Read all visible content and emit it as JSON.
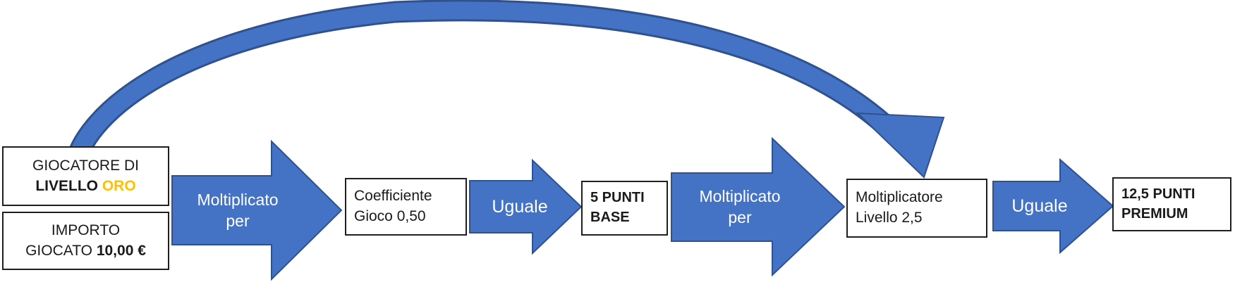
{
  "diagram": {
    "boxes": {
      "player": {
        "line1": "GIOCATORE DI",
        "line2_bold": "LIVELLO",
        "line2_accent": "ORO"
      },
      "amount": {
        "line1": "IMPORTO",
        "line2": "GIOCATO",
        "line2_bold": "10,00 €"
      },
      "coefficient": {
        "line1": "Coefficiente",
        "line2": "Gioco 0,50"
      },
      "base_points": {
        "line1": "5 PUNTI",
        "line2": "BASE"
      },
      "level_multiplier": {
        "line1": "Moltiplicatore",
        "line2": "Livello 2,5"
      },
      "premium_points": {
        "line1": "12,5 PUNTI",
        "line2": "PREMIUM"
      }
    },
    "arrows": {
      "multiply_1": {
        "line1": "Moltiplicato",
        "line2": "per"
      },
      "equals_1": {
        "label": "Uguale"
      },
      "multiply_2": {
        "line1": "Moltiplicato",
        "line2": "per"
      },
      "equals_2": {
        "label": "Uguale"
      }
    },
    "colors": {
      "arrow_fill": "#4472C4",
      "arrow_border": "#2F528F",
      "arrow_text": "#FFFFFF",
      "box_border": "#1F1F1F",
      "box_text": "#1A1A1A",
      "accent_gold": "#FFC000",
      "background": "#FFFFFF"
    }
  }
}
